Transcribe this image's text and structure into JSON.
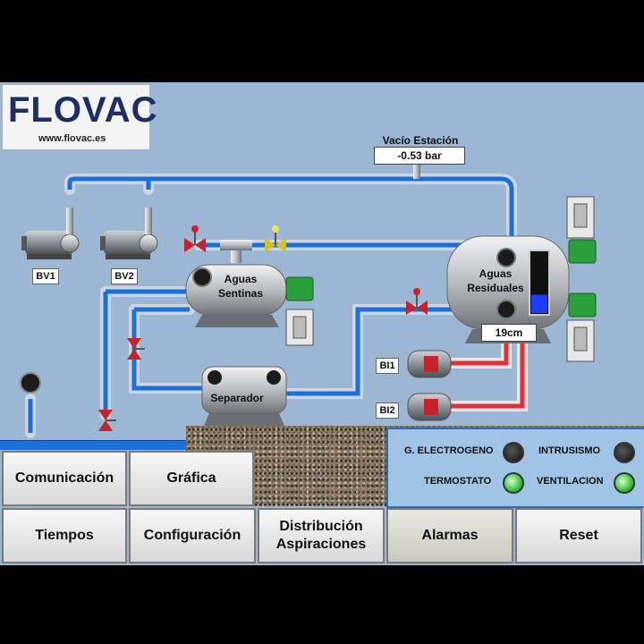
{
  "logo": {
    "brand": "FLOVAC",
    "url": "www.flovac.es"
  },
  "vacuum": {
    "label": "Vacío Estación",
    "value": "-0.53 bar"
  },
  "pumps": [
    "BV1",
    "BV2"
  ],
  "tanks": {
    "sentinas": "Aguas\nSentinas",
    "residuales": "Aguas\nResiduales",
    "separador": "Separador"
  },
  "level": {
    "value": "19cm",
    "fill_fraction": 0.3
  },
  "blowers": [
    "BI1",
    "BI2"
  ],
  "alarms": [
    {
      "label": "G. ELECTROGENO",
      "state": "off"
    },
    {
      "label": "INTRUSISMO",
      "state": "off"
    },
    {
      "label": "TERMOSTATO",
      "state": "on"
    },
    {
      "label": "VENTILACION",
      "state": "on"
    }
  ],
  "buttons_row1": [
    "Comunicación",
    "Gráfica"
  ],
  "buttons_row2": [
    "Tiempos",
    "Configuración",
    "Distribución\nAspiraciones",
    "Alarmas",
    "Reset"
  ],
  "colors": {
    "pipe_blue": "#1a6fd8",
    "pipe_red": "#e0303a",
    "background": "#9cb7d4",
    "lamp_on": "#37c23a"
  }
}
